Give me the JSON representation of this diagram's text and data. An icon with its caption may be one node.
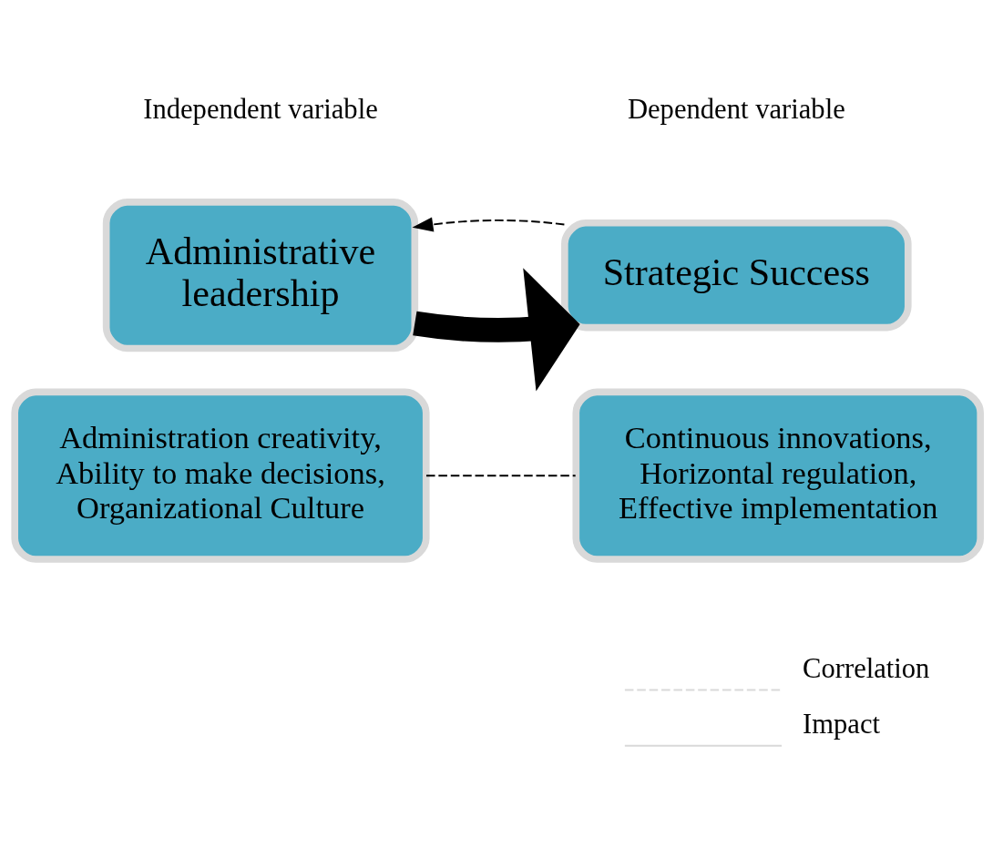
{
  "diagram": {
    "nodes": [
      {
        "text": [
          "Administrative leadership"
        ]
      },
      {
        "text": [
          "Administration creativity, Ability to make decisions, Organizational Culture"
        ]
      },
      {
        "text": [
          "Strategic Success"
        ]
      },
      {
        "text": [
          "Continuous innovations, Horizontal regulation, Effective implementation"
        ]
      }
    ],
    "edges": [
      {
        "from": 0,
        "to": 2,
        "arrow": "to",
        "style": "thick",
        "color": "#000000"
      },
      {
        "from": 2,
        "to": 0,
        "arrow": "to",
        "style": "dashed"
      },
      {
        "from": 1,
        "to": 3,
        "arrow": "none",
        "style": "dashed"
      }
    ],
    "labels": [
      "Independent variable",
      "Dependent variable"
    ],
    "legend": [
      {
        "text": "Correlation"
      },
      {
        "text": "Impact"
      }
    ]
  }
}
